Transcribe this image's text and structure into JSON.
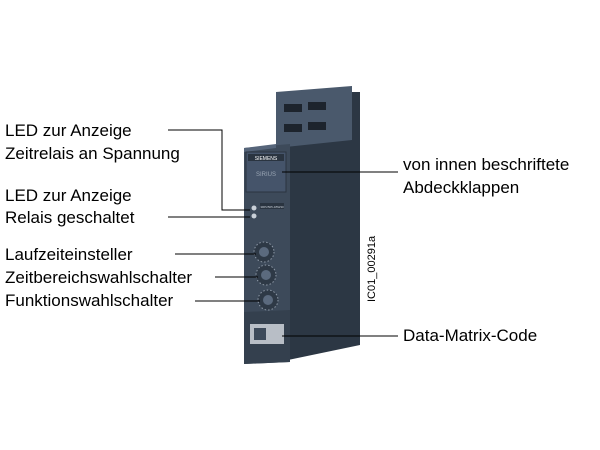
{
  "callouts": {
    "led_voltage": [
      "LED zur Anzeige",
      "Zeitrelais an Spannung"
    ],
    "led_switched": [
      "LED zur Anzeige",
      "Relais geschaltet"
    ],
    "runtime_adjuster": "Laufzeiteinsteller",
    "time_range_selector": "Zeitbereichswahlschalter",
    "function_selector": "Funktionswahlschalter",
    "cover_flaps": [
      "von innen beschriftete",
      "Abdeckklappen"
    ],
    "data_matrix": "Data-Matrix-Code"
  },
  "device": {
    "brand": "SIEMENS",
    "series": "SIRIUS",
    "order_no": "3RP2505-1BW30"
  },
  "figure_id": "IC01_00291a",
  "colors": {
    "housing_front": "#3d4a5a",
    "housing_side": "#2c3744",
    "housing_top": "#56657a",
    "label_plate": "#b8bec6",
    "line": "#000000"
  }
}
